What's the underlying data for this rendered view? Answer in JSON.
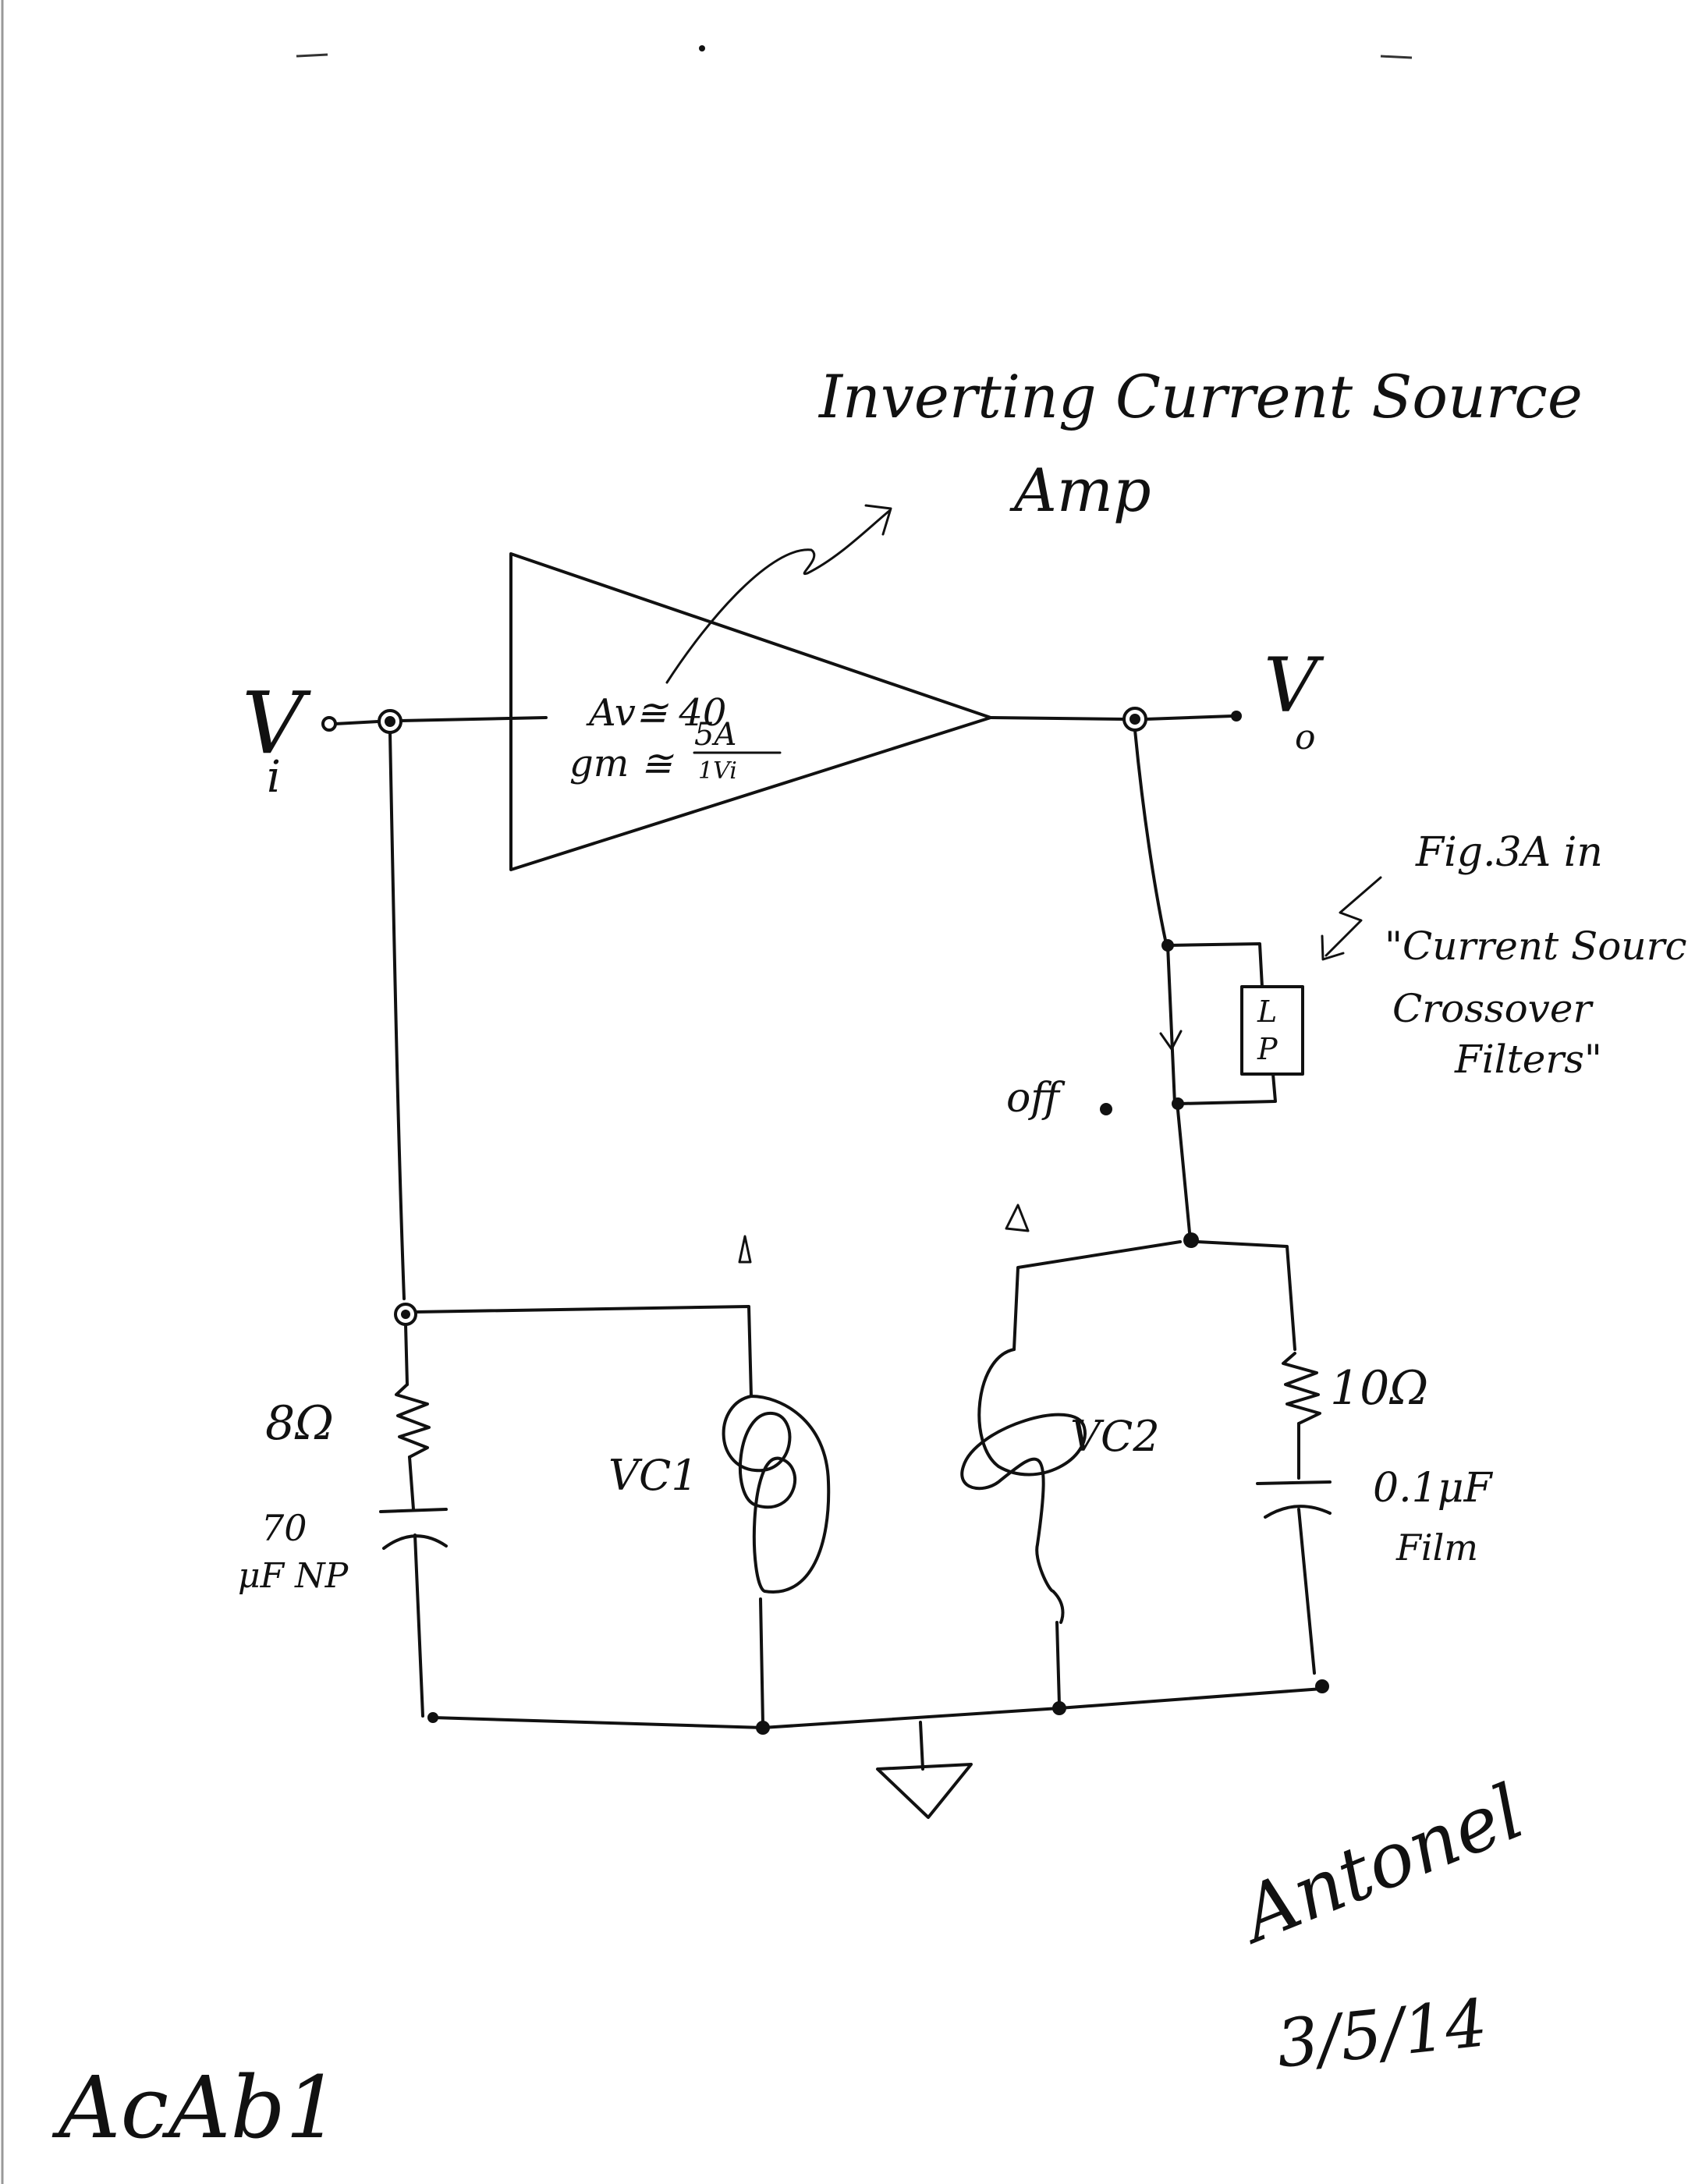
{
  "title": {
    "line1": "Inverting Current Source",
    "line2": "Amp"
  },
  "amplifier": {
    "gain": "Av≅ 40",
    "gm_label": "gm ≅",
    "gm_numerator": "5A",
    "gm_denominator": "1Vi"
  },
  "terminals": {
    "input_main": "V",
    "input_sub": "i",
    "output_main": "V",
    "output_sub": "o"
  },
  "annotation": {
    "line1": "Fig.3A in",
    "line2": "\"Current Source",
    "line3": "Crossover",
    "line4": "Filters\""
  },
  "lowpass": {
    "line1": "L",
    "line2": "P"
  },
  "switch_label": "off",
  "components": {
    "r1": "8Ω",
    "c1_value": "70",
    "c1_unit": "μF NP",
    "vc1": "VC1",
    "vc2": "VC2",
    "r2": "10Ω",
    "c2_value": "0.1μF",
    "c2_type": "Film"
  },
  "signature": {
    "name": "Antonel",
    "date": "3/5/14"
  },
  "corner_label": "AcAb1"
}
